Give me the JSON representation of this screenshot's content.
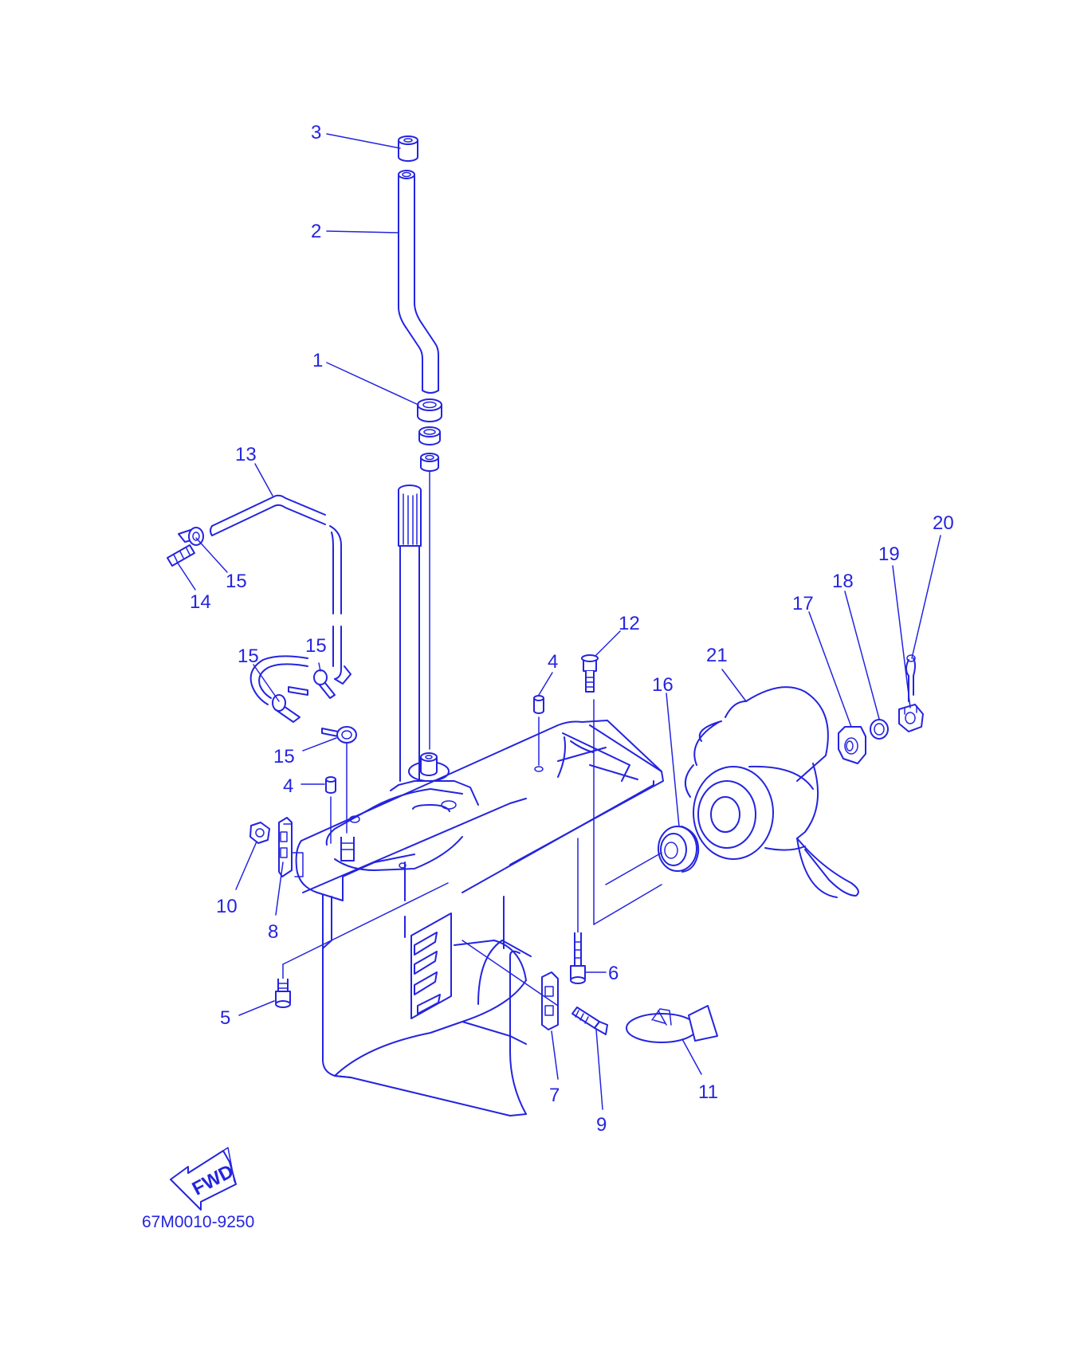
{
  "colors": {
    "ink": "#2424e0",
    "background": "#ffffff"
  },
  "diagram": {
    "code": "67M0010-9250",
    "fwd_label": "FWD"
  },
  "callouts": [
    {
      "id": "c3",
      "text": "3"
    },
    {
      "id": "c2",
      "text": "2"
    },
    {
      "id": "c1",
      "text": "1"
    },
    {
      "id": "c13",
      "text": "13"
    },
    {
      "id": "c15a",
      "text": "15"
    },
    {
      "id": "c14",
      "text": "14"
    },
    {
      "id": "c20",
      "text": "20"
    },
    {
      "id": "c19",
      "text": "19"
    },
    {
      "id": "c18",
      "text": "18"
    },
    {
      "id": "c17",
      "text": "17"
    },
    {
      "id": "c12",
      "text": "12"
    },
    {
      "id": "c4a",
      "text": "4"
    },
    {
      "id": "c21",
      "text": "21"
    },
    {
      "id": "c16",
      "text": "16"
    },
    {
      "id": "c15b",
      "text": "15"
    },
    {
      "id": "c15c",
      "text": "15"
    },
    {
      "id": "c15d",
      "text": "15"
    },
    {
      "id": "c4b",
      "text": "4"
    },
    {
      "id": "c10",
      "text": "10"
    },
    {
      "id": "c8",
      "text": "8"
    },
    {
      "id": "c6",
      "text": "6"
    },
    {
      "id": "c5",
      "text": "5"
    },
    {
      "id": "c7",
      "text": "7"
    },
    {
      "id": "c9",
      "text": "9"
    },
    {
      "id": "c11",
      "text": "11"
    }
  ]
}
